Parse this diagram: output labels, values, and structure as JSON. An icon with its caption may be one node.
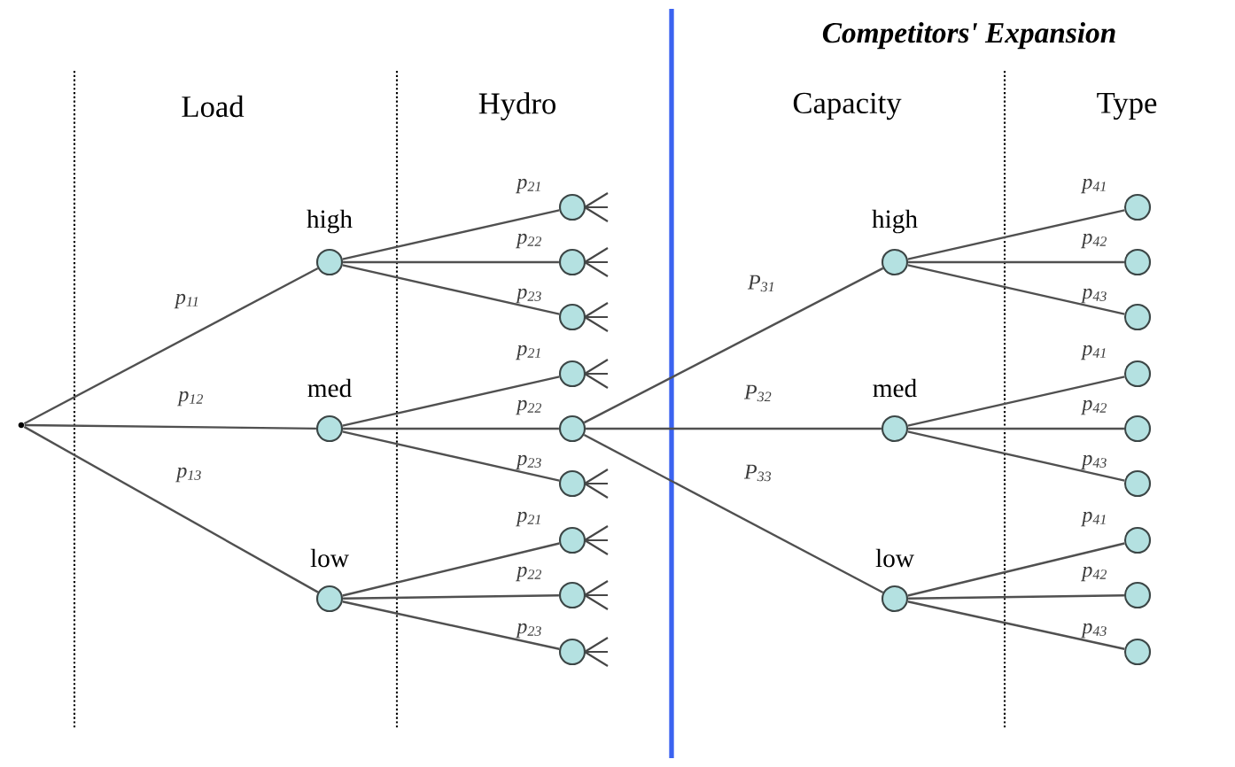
{
  "diagram": {
    "title": "Competitors' Expansion",
    "nodes": [
      {
        "text": [],
        "shape": "dot"
      },
      {
        "text": [
          "high"
        ]
      },
      {
        "text": [
          "med"
        ]
      },
      {
        "text": [
          "low"
        ]
      },
      {
        "text": [],
        "shape": "circle"
      },
      {
        "text": [],
        "shape": "circle"
      },
      {
        "text": [],
        "shape": "circle"
      },
      {
        "text": [],
        "shape": "circle"
      },
      {
        "text": [],
        "shape": "circle"
      },
      {
        "text": [],
        "shape": "circle"
      },
      {
        "text": [],
        "shape": "circle"
      },
      {
        "text": [],
        "shape": "circle"
      },
      {
        "text": [],
        "shape": "circle"
      },
      {
        "text": [
          "high"
        ]
      },
      {
        "text": [
          "med"
        ]
      },
      {
        "text": [
          "low"
        ]
      },
      {
        "text": [],
        "shape": "circle"
      },
      {
        "text": [],
        "shape": "circle"
      },
      {
        "text": [],
        "shape": "circle"
      },
      {
        "text": [],
        "shape": "circle"
      },
      {
        "text": [],
        "shape": "circle"
      },
      {
        "text": [],
        "shape": "circle"
      },
      {
        "text": [],
        "shape": "circle"
      },
      {
        "text": [],
        "shape": "circle"
      },
      {
        "text": [],
        "shape": "circle"
      }
    ],
    "edges": [
      {
        "from": 0,
        "to": 1,
        "arrow": "none",
        "label": "p$_{11}$"
      },
      {
        "from": 0,
        "to": 2,
        "arrow": "none",
        "label": "p$_{12}$"
      },
      {
        "from": 0,
        "to": 3,
        "arrow": "none",
        "label": "p$_{13}$"
      },
      {
        "from": 1,
        "to": 4,
        "arrow": "none",
        "label": "p$_{21}$"
      },
      {
        "from": 1,
        "to": 5,
        "arrow": "none",
        "label": "p$_{22}$"
      },
      {
        "from": 1,
        "to": 6,
        "arrow": "none",
        "label": "p$_{23}$"
      },
      {
        "from": 2,
        "to": 7,
        "arrow": "none",
        "label": "p$_{21}$"
      },
      {
        "from": 2,
        "to": 8,
        "arrow": "none",
        "label": "p$_{22}$"
      },
      {
        "from": 2,
        "to": 9,
        "arrow": "none",
        "label": "p$_{23}$"
      },
      {
        "from": 3,
        "to": 10,
        "arrow": "none",
        "label": "p$_{21}$"
      },
      {
        "from": 3,
        "to": 11,
        "arrow": "none",
        "label": "p$_{22}$"
      },
      {
        "from": 3,
        "to": 12,
        "arrow": "none",
        "label": "p$_{23}$"
      },
      {
        "from": 8,
        "to": 13,
        "arrow": "none",
        "label": "P$_{31}$"
      },
      {
        "from": 8,
        "to": 14,
        "arrow": "none",
        "label": "P$_{32}$"
      },
      {
        "from": 8,
        "to": 15,
        "arrow": "none",
        "label": "P$_{33}$"
      },
      {
        "from": 13,
        "to": 16,
        "arrow": "none",
        "label": "p$_{41}$"
      },
      {
        "from": 13,
        "to": 17,
        "arrow": "none",
        "label": "p$_{42}$"
      },
      {
        "from": 13,
        "to": 18,
        "arrow": "none",
        "label": "p$_{43}$"
      },
      {
        "from": 14,
        "to": 19,
        "arrow": "none",
        "label": "p$_{41}$"
      },
      {
        "from": 14,
        "to": 20,
        "arrow": "none",
        "label": "p$_{42}$"
      },
      {
        "from": 14,
        "to": 21,
        "arrow": "none",
        "label": "p$_{43}$"
      },
      {
        "from": 15,
        "to": 22,
        "arrow": "none",
        "label": "p$_{41}$"
      },
      {
        "from": 15,
        "to": 23,
        "arrow": "none",
        "label": "p$_{42}$"
      },
      {
        "from": 15,
        "to": 24,
        "arrow": "none",
        "label": "p$_{43}$"
      }
    ],
    "labels": [
      "Load",
      "Hydro",
      "Capacity",
      "Type"
    ]
  }
}
